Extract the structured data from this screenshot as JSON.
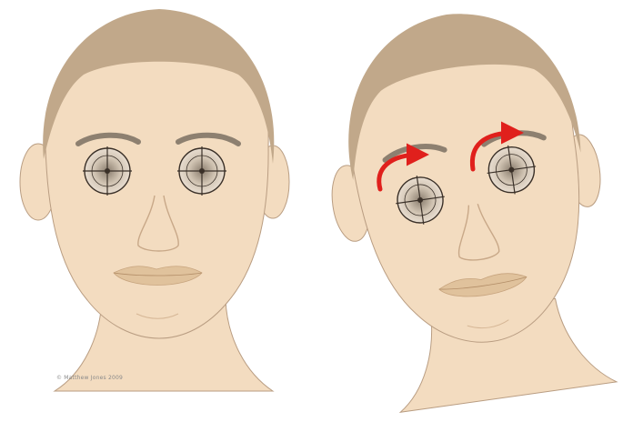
{
  "image": {
    "description_free": true,
    "credit_text": "© Matthew Jones 2009",
    "panels": [
      {
        "id": "left-face",
        "head_tilt": "upright",
        "eye_markers": "crosshair-circles"
      },
      {
        "id": "right-face",
        "head_tilt": "tilted",
        "eye_markers": "crosshair-circles",
        "arrows": 2
      }
    ],
    "colors": {
      "skin": "#f3dcc0",
      "skin_shadow": "#e6c8a6",
      "hair": "#c1a88a",
      "outline": "#a88f78",
      "lips": "#e0c29c",
      "brow": "#8d8070",
      "arrow": "#e0201c",
      "target_line": "#3a3028"
    }
  }
}
